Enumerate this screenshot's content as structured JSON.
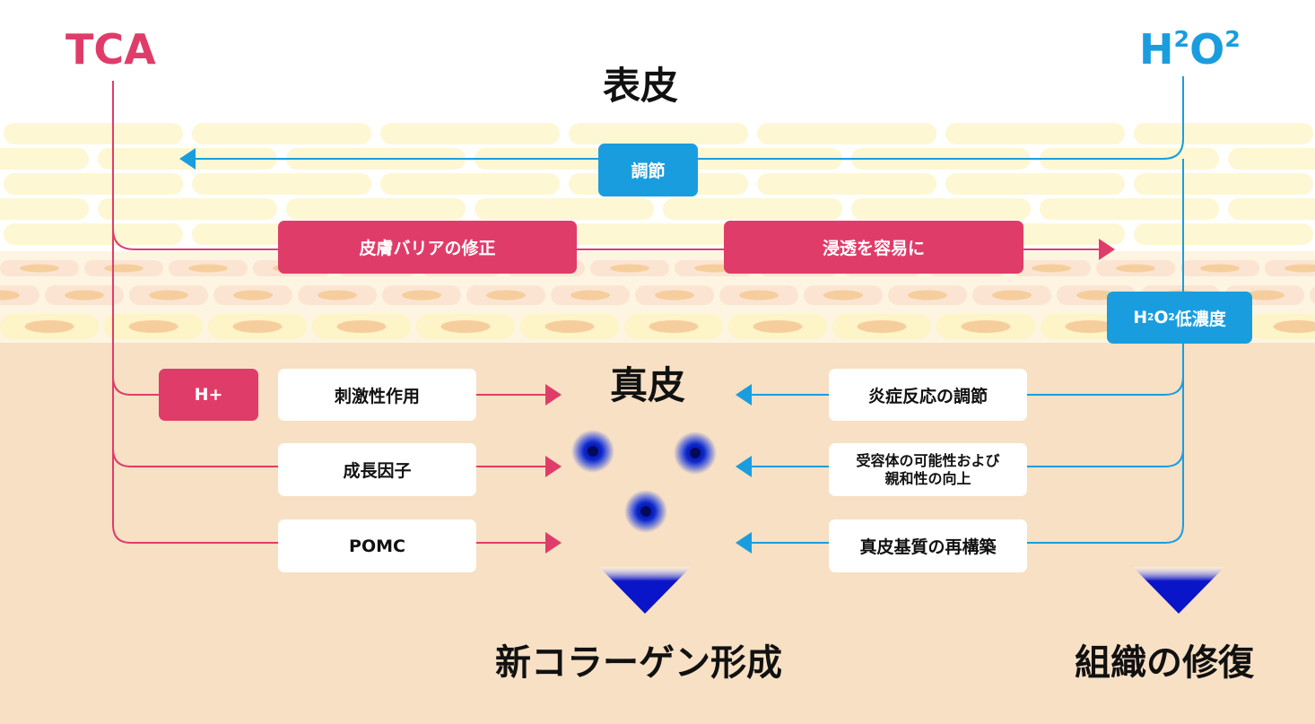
{
  "left_agent": {
    "label": "TCA",
    "color": "#e03c6a"
  },
  "right_agent": {
    "label_main": "H",
    "sup1": "2",
    "label_o": "O",
    "sup2": "2",
    "color": "#1a9ddf"
  },
  "layers": {
    "epidermis": "表皮",
    "dermis": "真皮"
  },
  "epidermis_flow": {
    "regulate": "調節",
    "barrier": "皮膚バリアの修正",
    "penetration": "浸透を容易に"
  },
  "low_conc": {
    "h": "H",
    "sup1": "2",
    "o": "O",
    "sup2": "2",
    "text": " 低濃度"
  },
  "left_items": {
    "hplus": "H+",
    "stimulation": "刺激性作用",
    "growth": "成長因子",
    "pomc": "POMC"
  },
  "right_items": {
    "inflammation": "炎症反応の調節",
    "receptor_line1": "受容体の可能性および",
    "receptor_line2": "親和性の向上",
    "matrix": "真皮基質の再構築"
  },
  "outcomes": {
    "collagen": "新コラーゲン形成",
    "tissue": "組織の修復"
  },
  "colors": {
    "pink": "#e03c6a",
    "blue": "#1a9ddf",
    "skin": "#f7e0c4",
    "epidermis": "#fdf7d3",
    "cell": "#fbe5d2",
    "nucleus": "#f6ce9d",
    "marker": "#0a1fbf"
  }
}
